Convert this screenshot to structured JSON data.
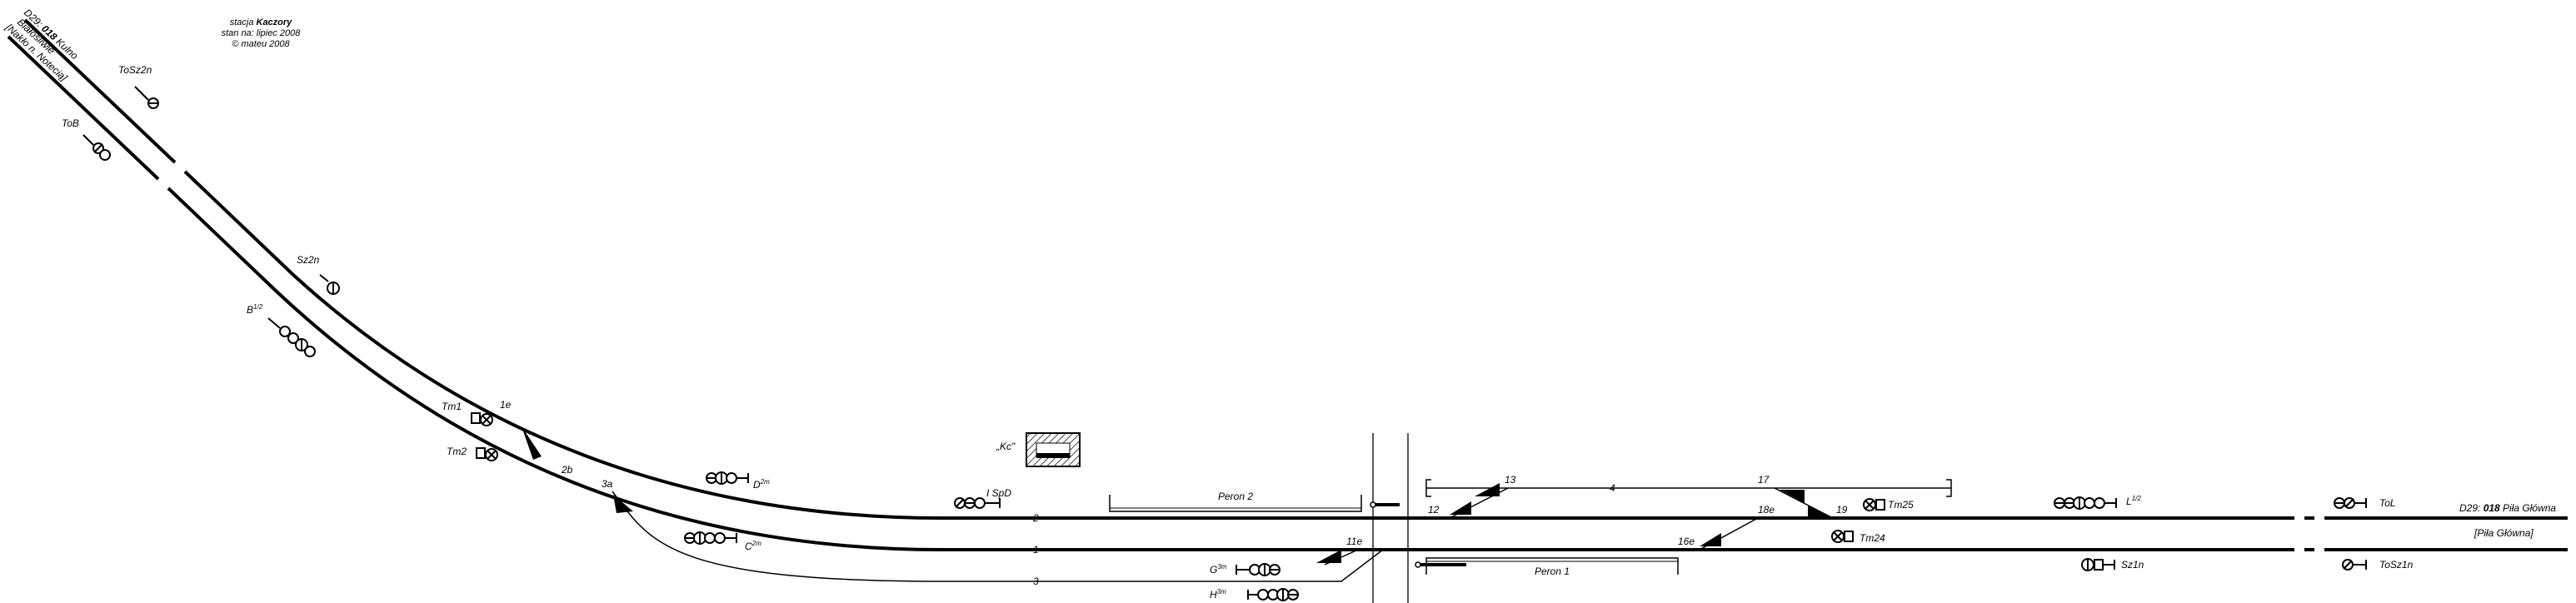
{
  "title": {
    "line1_prefix": "stacja ",
    "line1_name": "Kaczory",
    "line2": "stan na: lipiec 2008",
    "line3": "© mateu 2008"
  },
  "left_route": {
    "line_prefix": "D29: ",
    "line_number": "018",
    "line_suffix": " Kulno",
    "place": "Białośliwie",
    "note": "[Nakło n. Notecią]"
  },
  "right_route": {
    "line_prefix": "D29: ",
    "line_number": "018",
    "line_suffix": " Piła Główna",
    "note": "[Piła Główna]"
  },
  "building": "„Kc\"",
  "tracks": [
    "2",
    "1",
    "3",
    "4"
  ],
  "platforms": [
    "Peron 2",
    "Peron 1"
  ],
  "switches": [
    "1e",
    "2b",
    "3a",
    "11e",
    "12",
    "13",
    "16e",
    "17",
    "18e",
    "19"
  ],
  "signals": {
    "ToSz2n": "ToSz2n",
    "ToB": "ToB",
    "Sz2n": "Sz2n",
    "B": "B",
    "B_sup": "1/2",
    "Tm1": "Tm1",
    "Tm2": "Tm2",
    "D": "D",
    "D_sup": "2m",
    "C": "C",
    "C_sup": "2m",
    "G": "G",
    "G_sup": "3m",
    "H": "H",
    "H_sup": "3m",
    "ISpD": "I SpD",
    "Tm25": "Tm25",
    "Tm24": "Tm24",
    "L": "L",
    "L_sup": "1/2",
    "Sz1n": "Sz1n",
    "ToL": "ToL",
    "ToSz1n": "ToSz1n"
  }
}
